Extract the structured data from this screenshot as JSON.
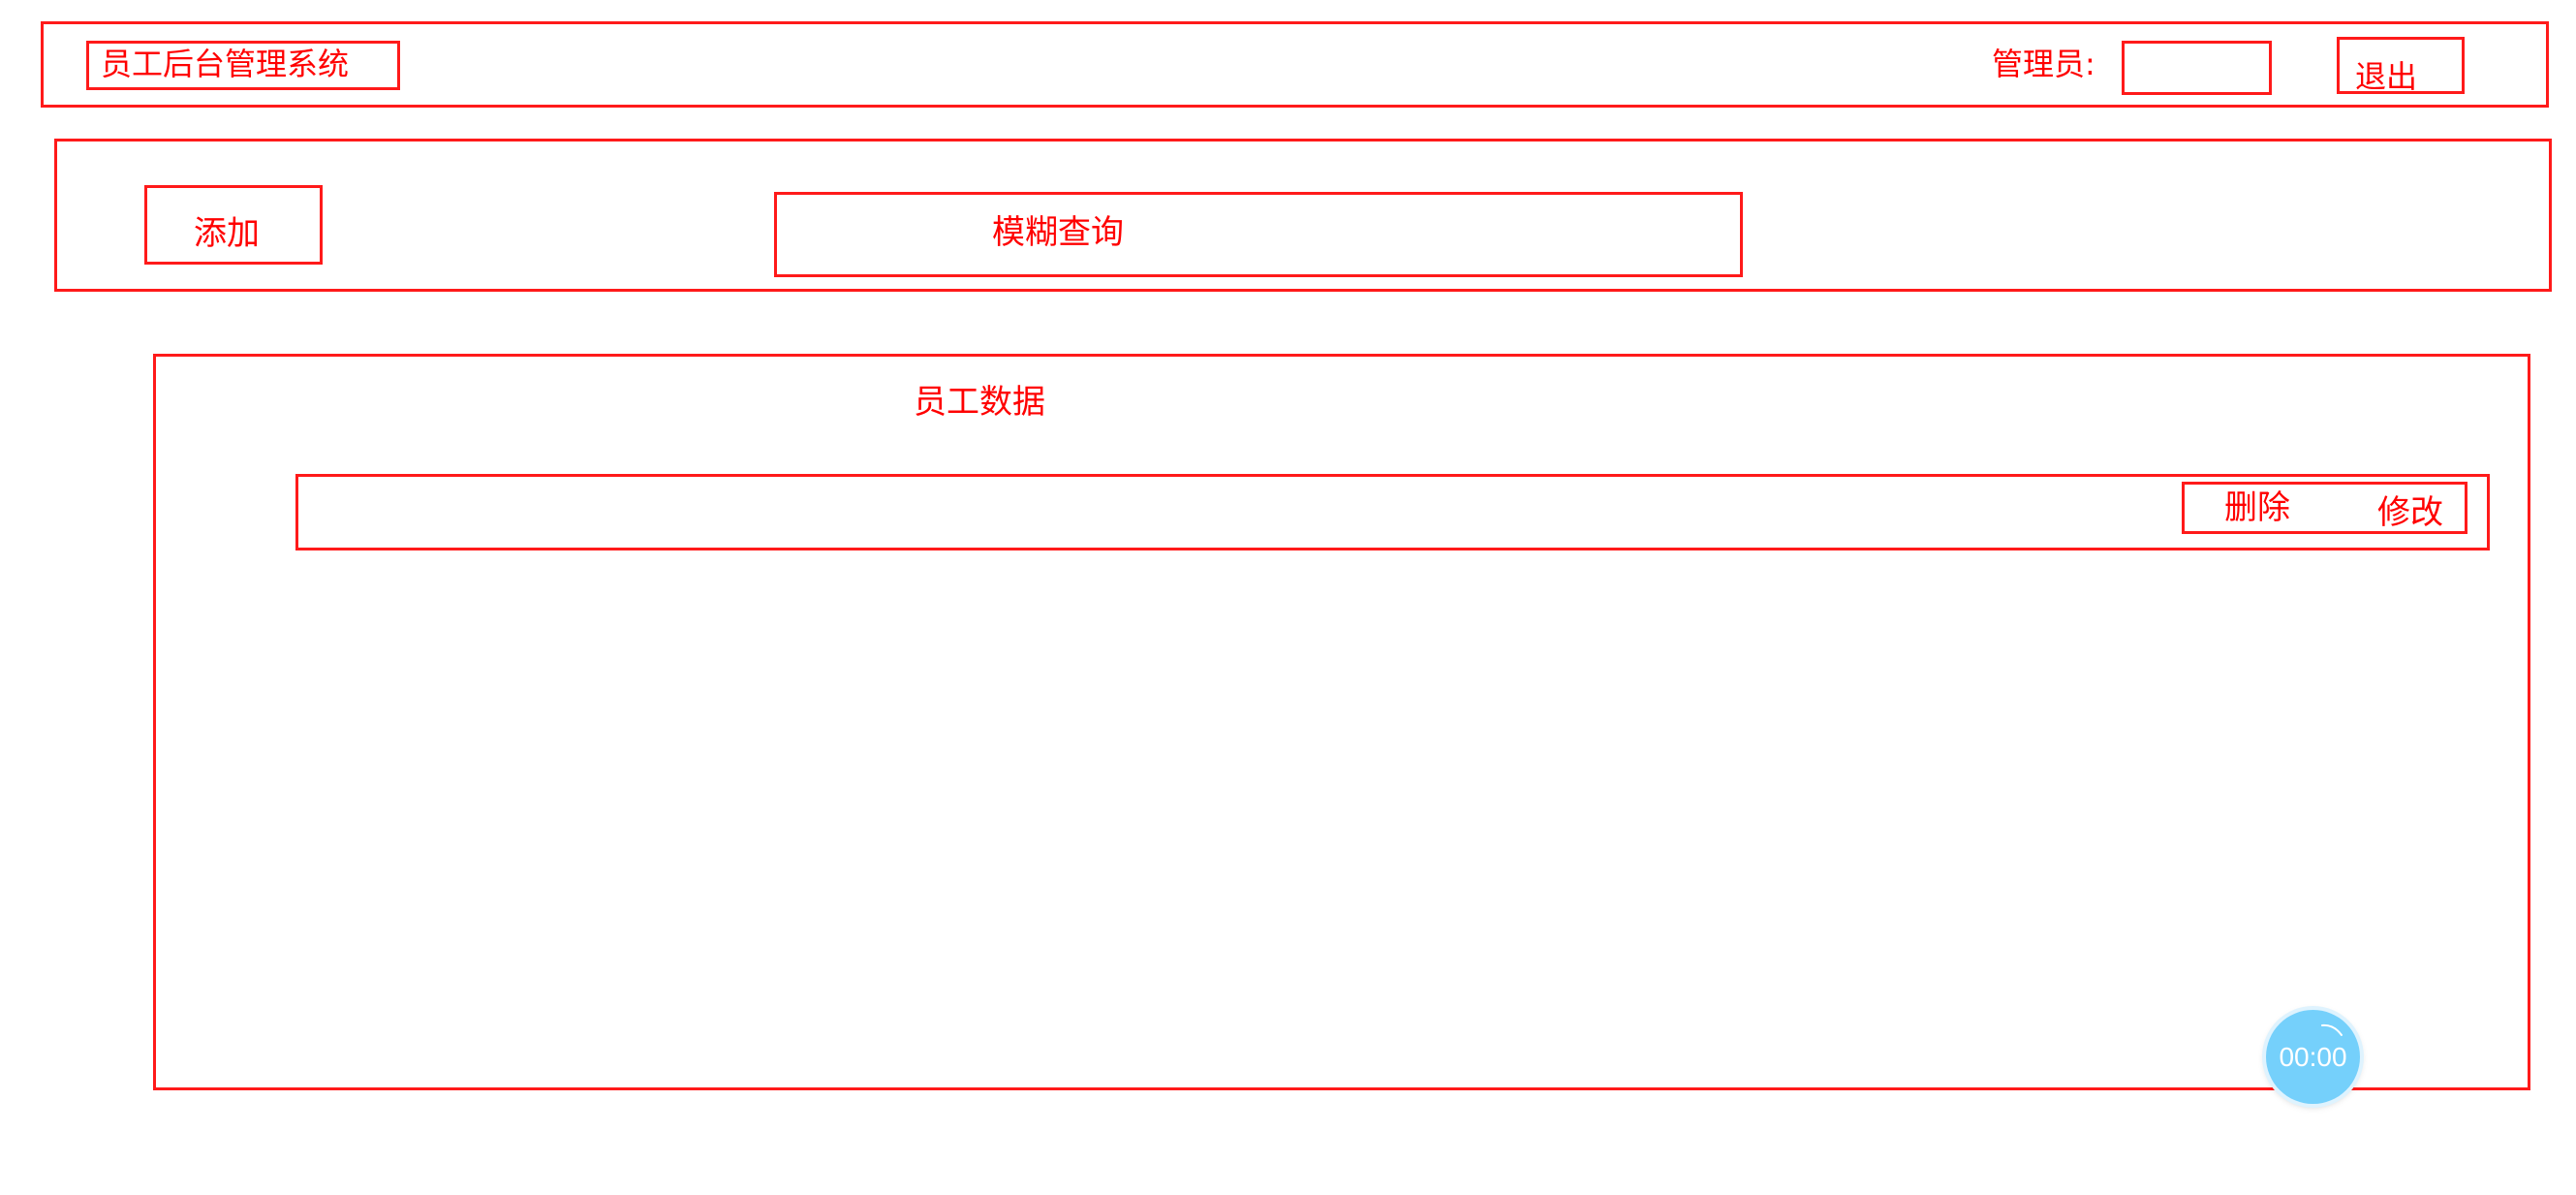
{
  "header": {
    "title": "员工后台管理系统",
    "admin_label": "管理员:",
    "admin_name": "",
    "logout_label": "退出"
  },
  "toolbar": {
    "add_label": "添加",
    "search_placeholder": "模糊查询"
  },
  "data_panel": {
    "title": "员工数据",
    "row": {
      "delete_label": "删除",
      "edit_label": "修改"
    }
  },
  "timer": {
    "value": "00:00"
  },
  "colors": {
    "accent": "#ff0000",
    "timer_bg": "#75d0fb"
  }
}
